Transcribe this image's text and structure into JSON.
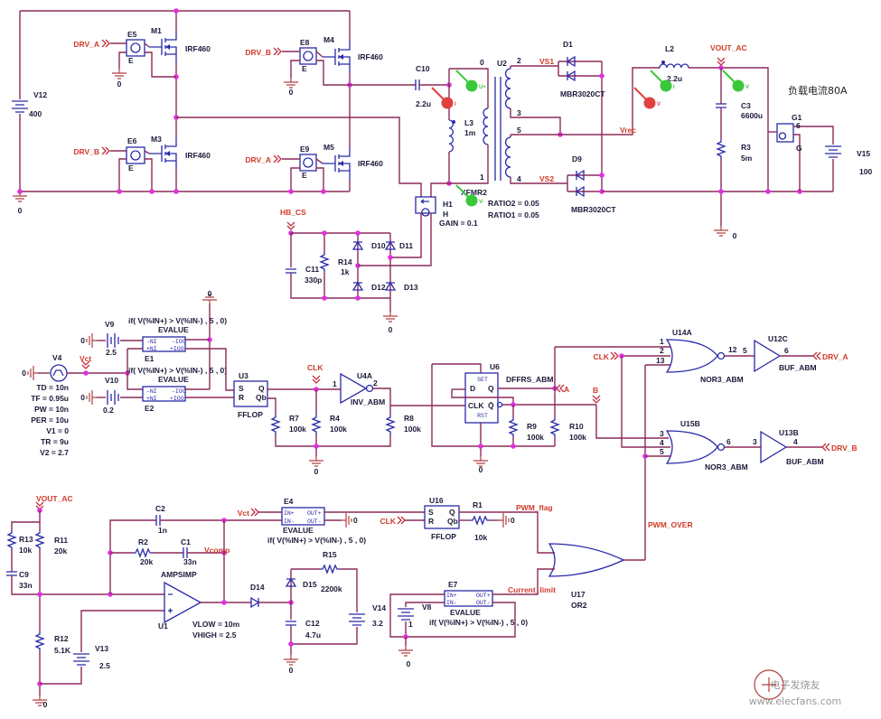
{
  "common": {
    "ground": "0",
    "mosfet_model": "IRF460",
    "e_pin": "E",
    "evalue": "EVALUE",
    "formula": "if( V(%IN+) > V(%IN-) , 5 , 0)",
    "fflop": "FFLOP",
    "diode_model": "MBR3020CT",
    "nor3": "NOR3_ABM",
    "buf": "BUF_ABM",
    "r100k": "100k"
  },
  "power_stage": {
    "V12": "V12",
    "V12_value": "400",
    "E5": "E5",
    "E6": "E6",
    "E8": "E8",
    "E9": "E9",
    "M1": "M1",
    "M3": "M3",
    "M4": "M4",
    "M5": "M5",
    "C10": "C10",
    "C10_value": "2.2u",
    "DRV_A": "DRV_A",
    "DRV_B": "DRV_B"
  },
  "transformer": {
    "U2": "U2",
    "XFMR2": "XFMR2",
    "ratio2": "RATIO2 = 0.05",
    "ratio1": "RATIO1 = 0.05",
    "pin0": "0",
    "pin1": "1",
    "pin2": "2",
    "pin3": "3",
    "pin4": "4",
    "pin5": "5",
    "L3": "L3",
    "L3_value": "1m",
    "VS1": "VS1",
    "VS2": "VS2",
    "Vrec": "Vrec",
    "D1": "D1",
    "D9": "D9",
    "H1": "H1",
    "H1_type": "H",
    "H1_gain": "GAIN = 0.1"
  },
  "output_stage": {
    "L2": "L2",
    "L2_value": "2.2u",
    "VOUT_AC": "VOUT_AC",
    "C3": "C3",
    "C3_value": "6600u",
    "R3": "R3",
    "R3_value": "5m",
    "G1": "G1",
    "G1_pin": "6",
    "G1_g": "G",
    "V15": "V15",
    "V15_value": "100",
    "load_note": "负载电流80A"
  },
  "probes": {
    "u_plus": "U+",
    "u_minus": "V-",
    "i": "I",
    "v": "V"
  },
  "current_sense": {
    "HB_CS": "HB_CS",
    "C11": "C11",
    "C11_value": "330p",
    "R14": "R14",
    "R14_value": "1k",
    "D10": "D10",
    "D11": "D11",
    "D12": "D12",
    "D13": "D13"
  },
  "oscillator": {
    "V4": "V4",
    "Vct": "Vct",
    "params": [
      "TD = 10n",
      "TF = 0.95u",
      "PW = 10n",
      "PER = 10u",
      "V1 = 0",
      "TR = 9u",
      "V2 = 2.7"
    ],
    "V9": "V9",
    "V9_value": "2.5",
    "V10": "V10",
    "V10_value": "0.2",
    "E1": "E1",
    "E2": "E2",
    "pins": {
      "m_ni": "-NI",
      "p_ni": "+NI",
      "m_ioo": "-IOO",
      "p_ioo": "+IOO"
    },
    "U3": "U3",
    "ff_pins": {
      "S": "S",
      "R": "R",
      "Q": "Q",
      "Qb": "Qb"
    },
    "CLK": "CLK",
    "U4A": "U4A",
    "U4A_model": "INV_ABM",
    "U4A_in": "1",
    "U4A_out": "2",
    "R7": "R7",
    "R4": "R4",
    "R8": "R8"
  },
  "logic": {
    "U6": "U6",
    "U6_model": "DFFRS_ABM",
    "u6_pins": {
      "D": "D",
      "CLK": "CLK",
      "Q": "Q",
      "Qn": "Q̄",
      "SET": "SET",
      "RST": "RST"
    },
    "A": "A",
    "B": "B",
    "R9": "R9",
    "R10": "R10",
    "U14A": "U14A",
    "U14A_pins": [
      "1",
      "2",
      "13",
      "12"
    ],
    "U12C": "U12C",
    "U12C_pins": [
      "5",
      "6"
    ],
    "U15B": "U15B",
    "U15B_pins": [
      "3",
      "4",
      "5",
      "6"
    ],
    "U13B": "U13B",
    "U13B_pins": [
      "3",
      "4"
    ],
    "PWM_OVER": "PWM_OVER"
  },
  "feedback": {
    "VOUT_AC": "VOUT_AC",
    "R13": "R13",
    "R13_value": "10k",
    "C9": "C9",
    "C9_value": "33n",
    "R11": "R11",
    "R11_value": "20k",
    "R12": "R12",
    "R12_value": "5.1K",
    "V13": "V13",
    "V13_value": "2.5",
    "C2": "C2",
    "C2_value": "1n",
    "R2": "R2",
    "R2_value": "20k",
    "C1": "C1",
    "C1_value": "33n",
    "Vcomp": "Vcomp",
    "AMPSIMP": "AMPSIMP",
    "U1": "U1",
    "vlow": "VLOW = 10m",
    "vhigh": "VHIGH = 2.5",
    "D14": "D14",
    "D15": "D15",
    "R15": "R15",
    "R15_value": "2200k",
    "C12": "C12",
    "C12_value": "4.7u",
    "V14": "V14",
    "V14_value": "3.2",
    "E4": "E4",
    "E7": "E7",
    "e_pins": {
      "in_p": "IN+",
      "in_m": "IN-",
      "out_p": "OUT+",
      "out_m": "OUT-"
    },
    "U16": "U16",
    "R1": "R1",
    "R1_value": "10k",
    "PWM_flag": "PWM_flag",
    "Current_limit": "Current_limit",
    "V8": "V8",
    "V8_value": "1",
    "U17": "U17",
    "U17_model": "OR2"
  },
  "watermark": {
    "brand": "电子发烧友",
    "url": "www.elecfans.com"
  },
  "colors": {
    "wire": "#8c2a5a",
    "component": "#2a2aa8",
    "net_label": "#d03a2a",
    "node": "#e030e0",
    "probe_green": "#3ac83a",
    "probe_red": "#e04040"
  }
}
